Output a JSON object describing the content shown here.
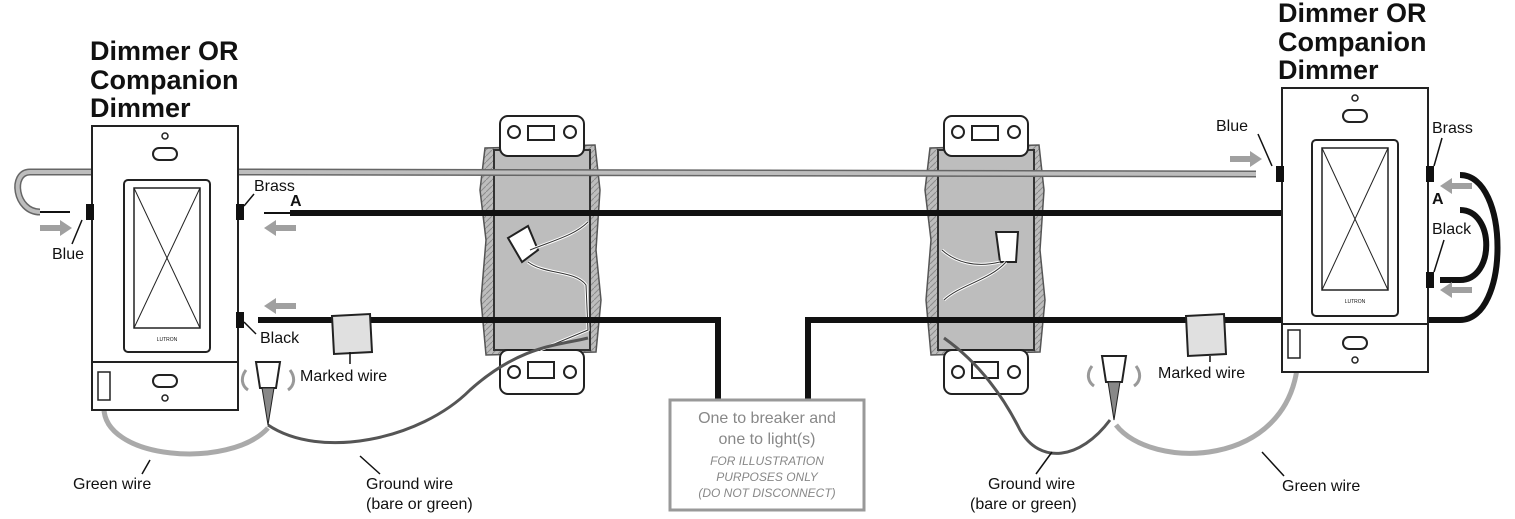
{
  "left_device": {
    "title_lines": [
      "Dimmer OR",
      "Companion",
      "Dimmer"
    ],
    "labels": {
      "blue": "Blue",
      "brass": "Brass",
      "a": "A",
      "black": "Black",
      "marked_wire": "Marked wire",
      "green_wire": "Green wire",
      "ground_wire_1": "Ground wire",
      "ground_wire_2": "(bare or green)",
      "brand": "LUTRON"
    }
  },
  "right_device": {
    "title_lines": [
      "Dimmer OR",
      "Companion",
      "Dimmer"
    ],
    "labels": {
      "blue": "Blue",
      "brass": "Brass",
      "a": "A",
      "black": "Black",
      "marked_wire": "Marked wire",
      "green_wire": "Green wire",
      "ground_wire_1": "Ground wire",
      "ground_wire_2": "(bare or green)",
      "brand": "LUTRON"
    }
  },
  "center_note": {
    "line1": "One to breaker and",
    "line2": "one to light(s)",
    "italic1": "FOR ILLUSTRATION",
    "italic2": "PURPOSES ONLY",
    "italic3": "(DO NOT DISCONNECT)"
  },
  "colors": {
    "wire_black": "#111111",
    "wire_gray": "#9a9a9a",
    "arrow": "#a0a0a0",
    "box_fill": "#b8b8b8"
  }
}
